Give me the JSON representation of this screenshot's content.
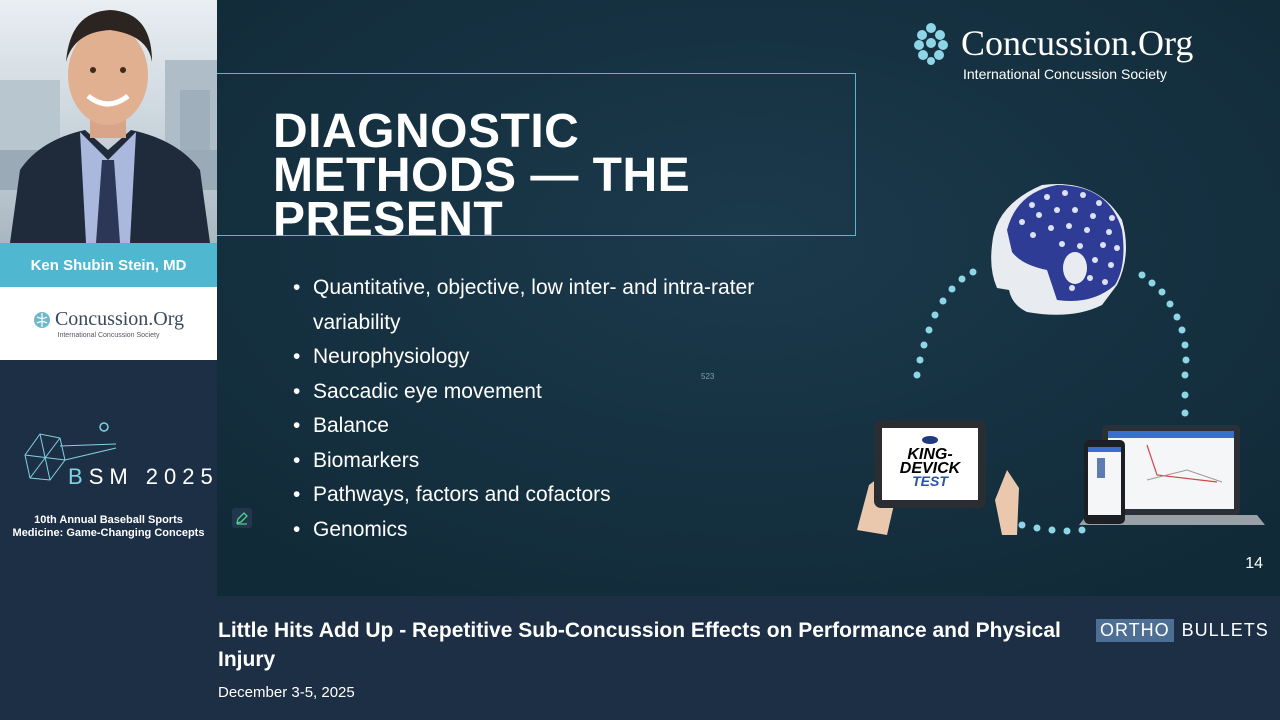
{
  "speaker": {
    "name": "Ken Shubin Stein, MD"
  },
  "sponsor": {
    "name": "Concussion.Org",
    "subtitle": "International Concussion Society"
  },
  "event": {
    "logo_text": "BSM 2025",
    "name_line1": "10th Annual Baseball Sports",
    "name_line2": "Medicine: Game-Changing Concepts"
  },
  "slide": {
    "brand_name": "Concussion.Org",
    "brand_subtitle": "International Concussion Society",
    "title_lines": [
      "DIAGNOSTIC",
      "METHODS — THE",
      "PRESENT"
    ],
    "bullets": [
      "Quantitative, objective, low inter- and intra-rater variability",
      "Neurophysiology",
      "Saccadic eye movement",
      "Balance",
      "Biomarkers",
      "Pathways, factors and cofactors",
      "Genomics"
    ],
    "center_mark": "523",
    "page_number": "14",
    "tablet_text": [
      "KING-",
      "DEVICK",
      "TEST"
    ]
  },
  "talk": {
    "title": "Little Hits Add Up - Repetitive Sub-Concussion Effects on Performance and Physical Injury",
    "date": "December 3-5, 2025"
  },
  "org": {
    "part1": "ORTHO",
    "part2": "BULLETS"
  },
  "colors": {
    "sidebar_bg": "#1d2f45",
    "slide_bg": "#14303f",
    "accent_teal": "#4fb7cf",
    "dot_color": "#8ed6e6",
    "org_box": "#4d6f94"
  },
  "icons": [
    "brain-logo-icon",
    "edit-pencil-icon",
    "eeg-cap-head-icon",
    "tablet-icon",
    "laptop-icon",
    "phone-icon"
  ]
}
